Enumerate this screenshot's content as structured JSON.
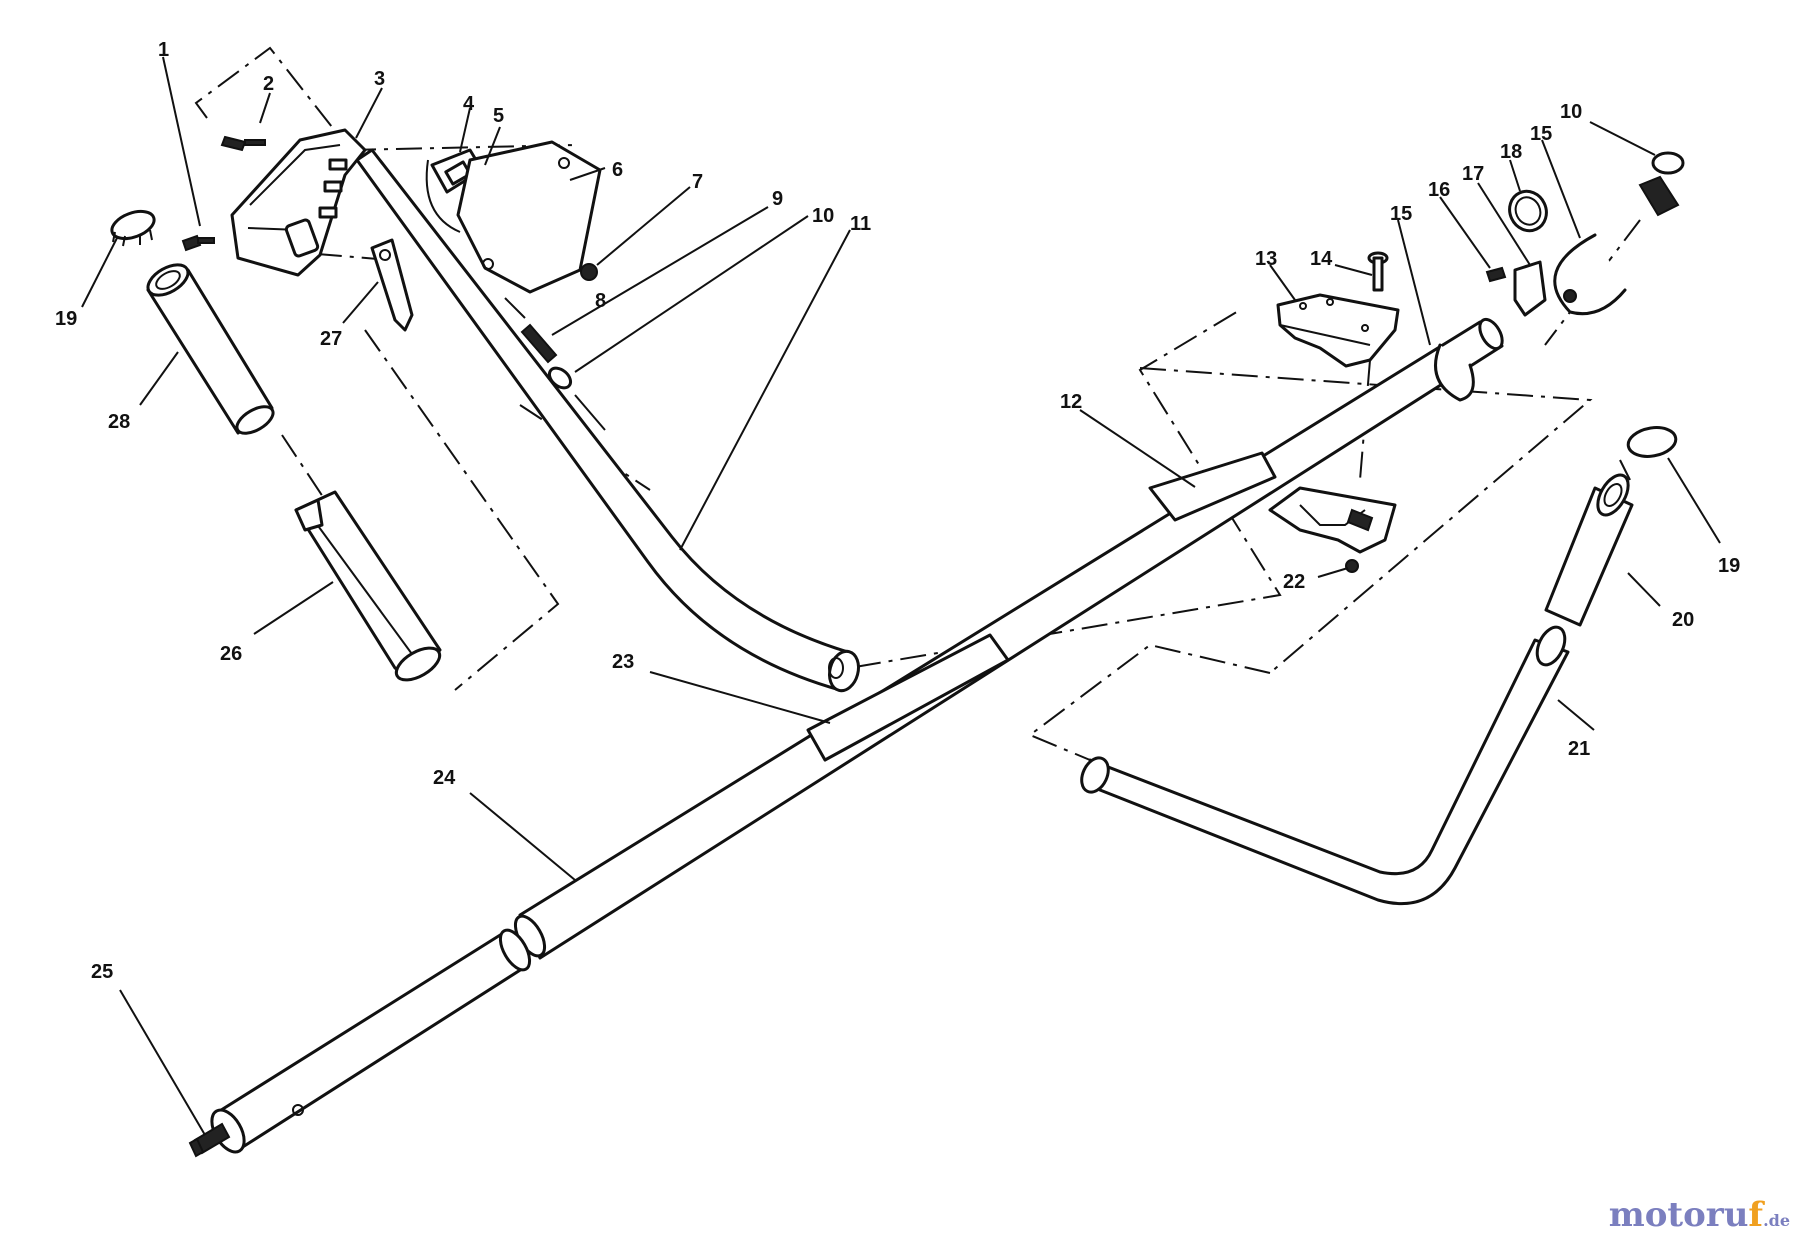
{
  "diagram": {
    "labels": [
      "1",
      "2",
      "3",
      "4",
      "5",
      "6",
      "7",
      "8",
      "9",
      "10",
      "11",
      "12",
      "13",
      "14",
      "15",
      "16",
      "17",
      "18",
      "19",
      "20",
      "21",
      "22",
      "23",
      "24",
      "25",
      "26",
      "27",
      "28"
    ],
    "repeat_labels": {
      "p10b": "10",
      "p15b": "15",
      "p19b": "19"
    }
  },
  "watermark": {
    "main": "motoru",
    "accent": "f",
    "suffix": ".de"
  },
  "colors": {
    "line": "#111111",
    "background": "#ffffff",
    "watermark_main": "#7b7fbf",
    "watermark_accent": "#f0a020"
  }
}
